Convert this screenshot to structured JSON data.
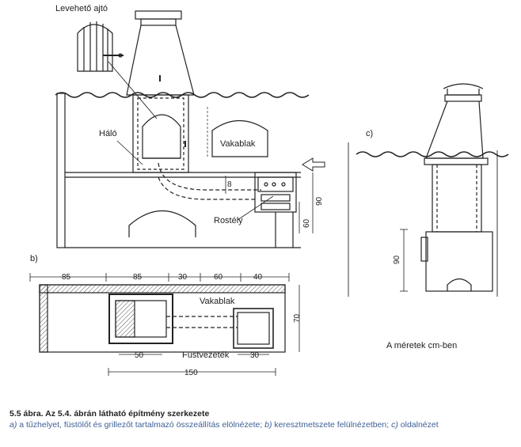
{
  "figure": {
    "labels": {
      "door": "Levehető ajtó",
      "net": "Háló",
      "blind_window": "Vakablak",
      "grate": "Rostély",
      "part_b": "b)",
      "part_c": "c)",
      "blind_window_b": "Vakablak",
      "flue": "Füstvezeték",
      "units_note": "A méretek cm-ben"
    },
    "dimensions": {
      "a_h1": "8",
      "a_h2": "60",
      "a_h3": "90",
      "b_top": [
        "85",
        "85",
        "30",
        "60",
        "40"
      ],
      "b_side": "70",
      "b_bottom_50": "50",
      "b_bottom_30": "30",
      "b_total": "150",
      "c_height": "90"
    }
  },
  "caption": {
    "title": "5.5 ábra. Az 5.4. ábrán látható építmény szerkezete",
    "desc_a": "a)",
    "desc_a_text": " a tűzhelyet, füstölőt és grillezőt tartalmazó összeállítás elölnézete; ",
    "desc_b": "b)",
    "desc_b_text": " keresztmetszete felülnézetben; ",
    "desc_c": "c)",
    "desc_c_text": " oldalnézet"
  }
}
